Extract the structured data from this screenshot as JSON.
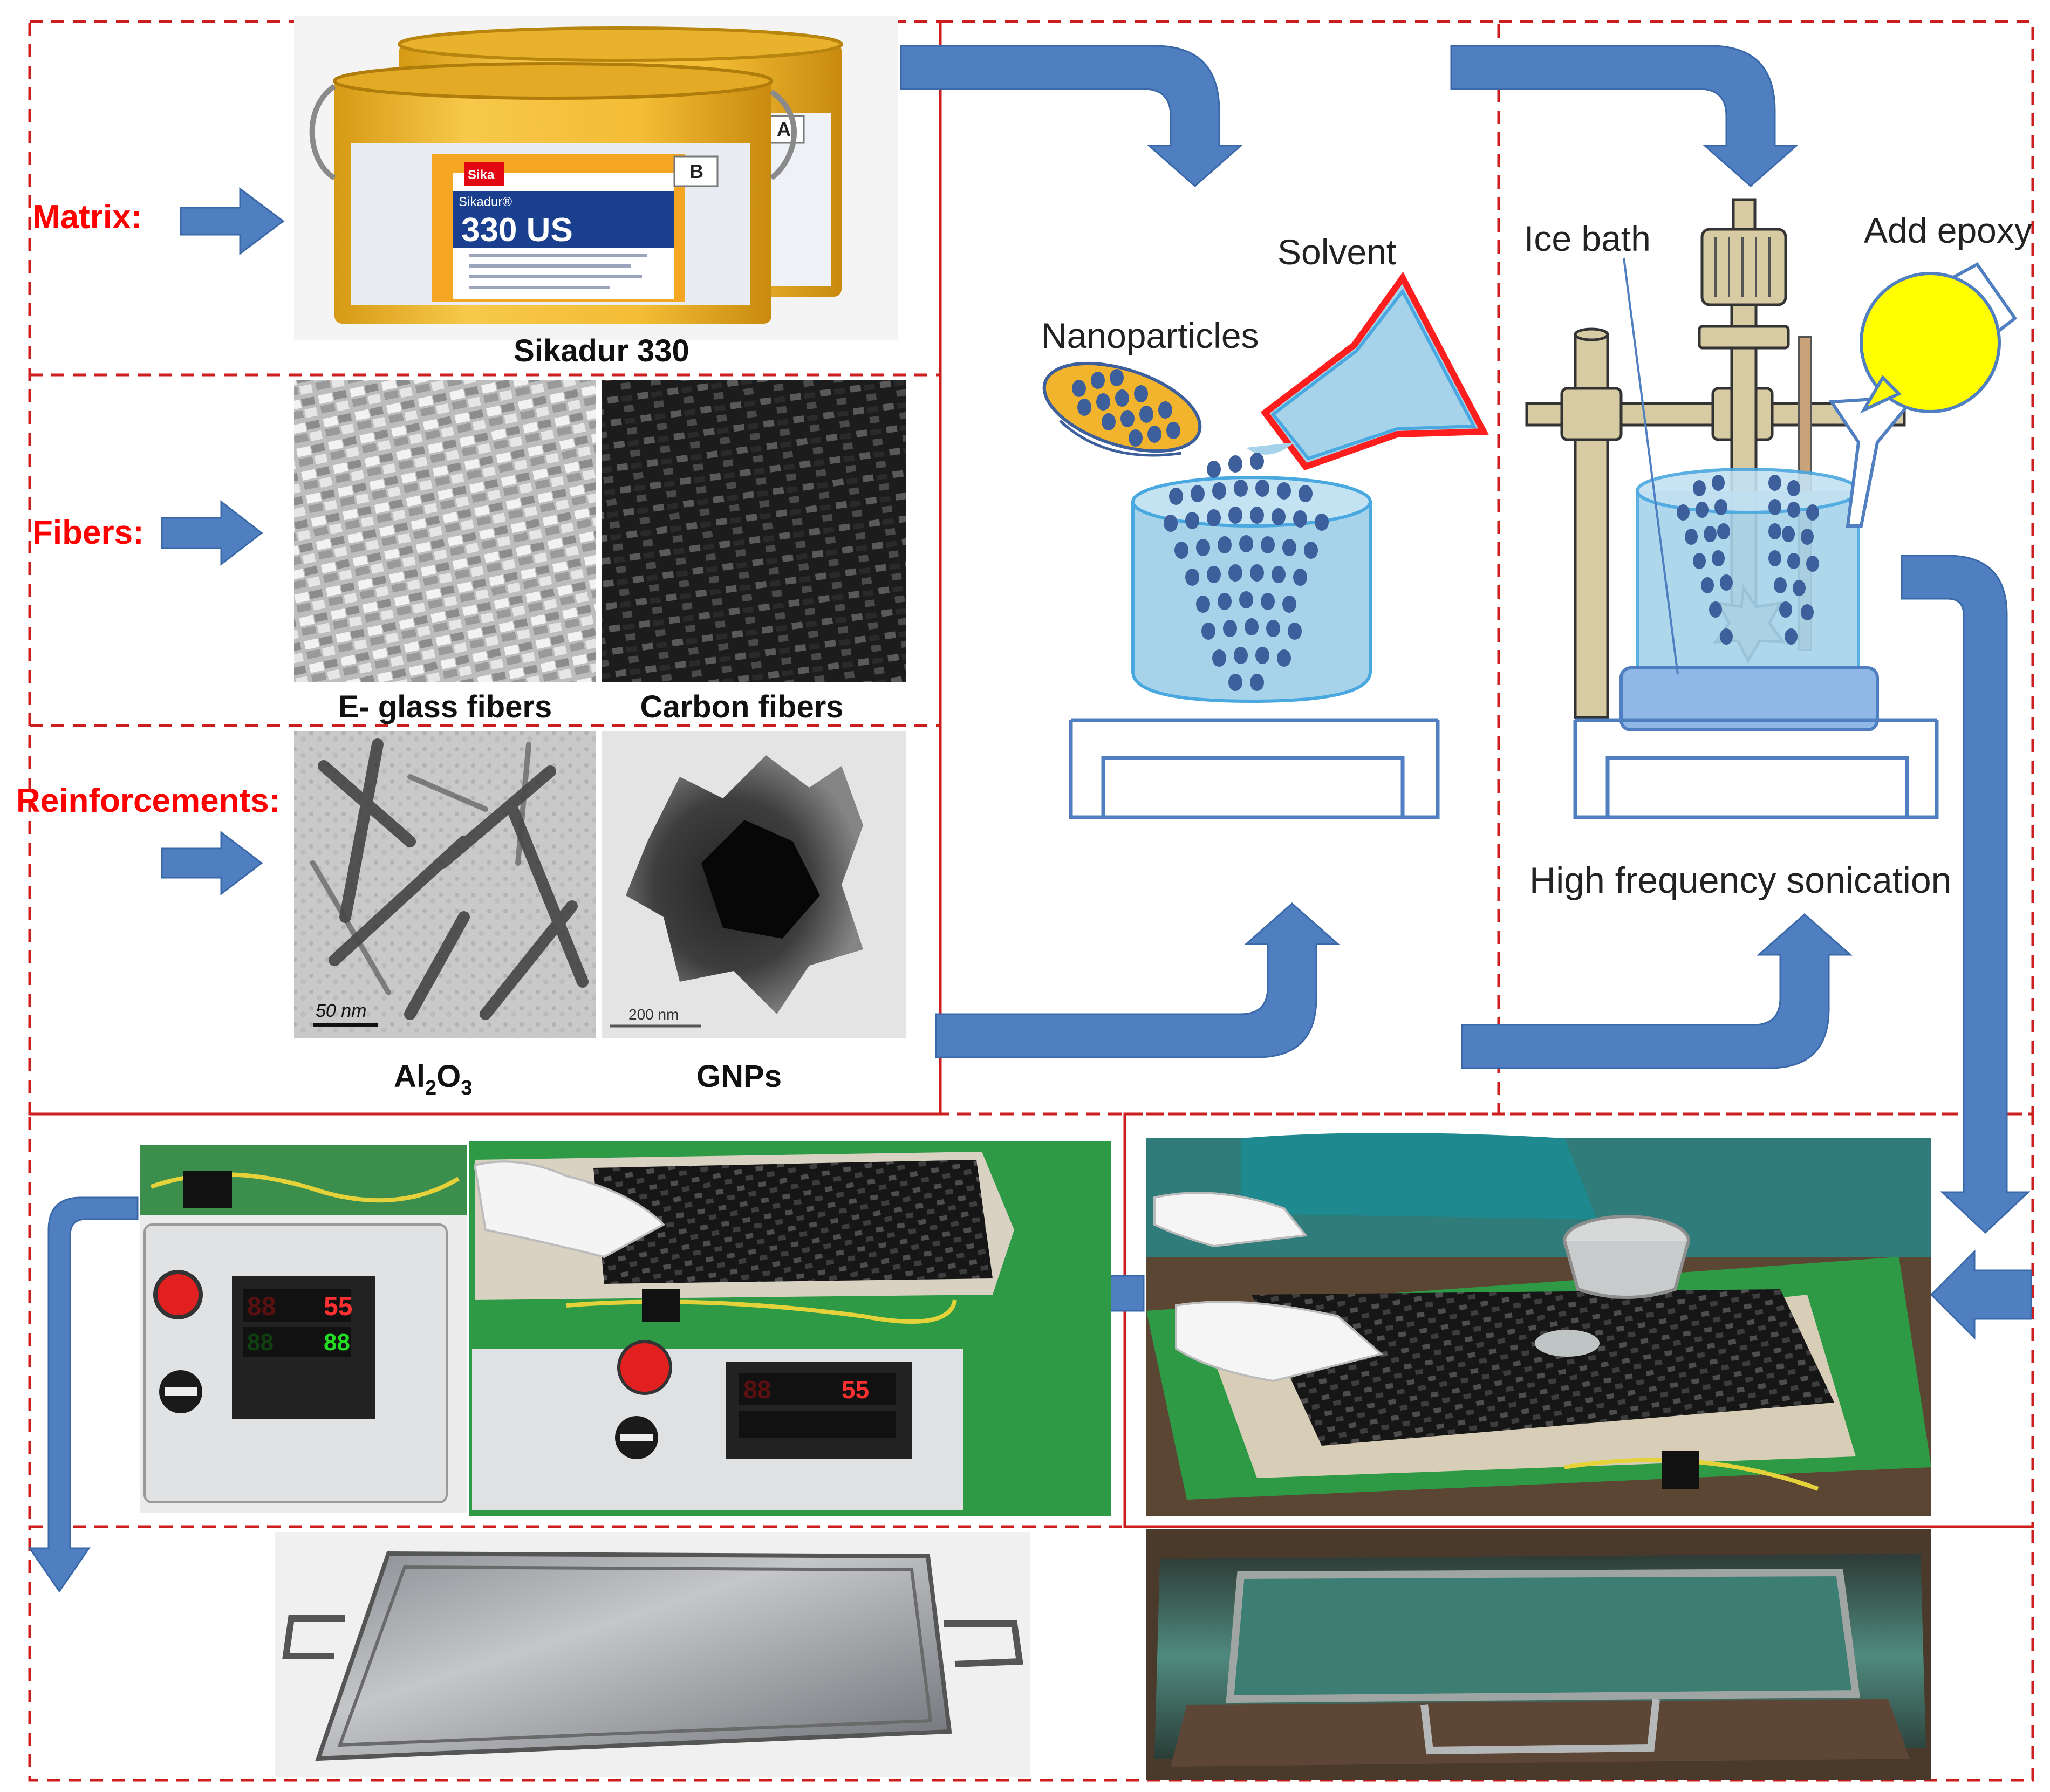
{
  "labels": {
    "matrix": "Matrix:",
    "fibers": "Fibers:",
    "reinforcements": "Reinforcements:"
  },
  "captions": {
    "sikadur": "Sikadur 330",
    "eglass": "E- glass fibers",
    "carbon": "Carbon fibers",
    "al2o3_main": "Al",
    "al2o3_sub1": "2",
    "al2o3_o": "O",
    "al2o3_sub2": "3",
    "gnps": "GNPs"
  },
  "can_label": {
    "brand": "Sika",
    "product_small": "Sikadur®",
    "product": "330 US",
    "component_a": "A",
    "component_b": "B"
  },
  "micrograph_scales": {
    "al2o3": "50 nm",
    "gnps": "200 nm"
  },
  "step1": {
    "nanoparticles": "Nanoparticles",
    "solvent": "Solvent"
  },
  "step2": {
    "ice_bath": "Ice bath",
    "add_epoxy": "Add epoxy",
    "sonication": "High frequency sonication"
  },
  "controller": {
    "display_top": "55",
    "display_bottom": "88"
  },
  "colors": {
    "arrow": "#4f7fc0",
    "arrow_dark": "#3a68a8",
    "dash": "#cc1e1e",
    "label_red": "#ff0000",
    "liquid": "#a6d3ea",
    "particle": "#3d5f9c",
    "rod": "#d7cba3",
    "epoxy": "#ffff00",
    "nano_dish": "#f1b42c"
  },
  "icons": [
    "arrow-right-icon",
    "u-turn-arrow-icon",
    "beaker-icon",
    "stirrer-icon",
    "funnel-icon"
  ]
}
